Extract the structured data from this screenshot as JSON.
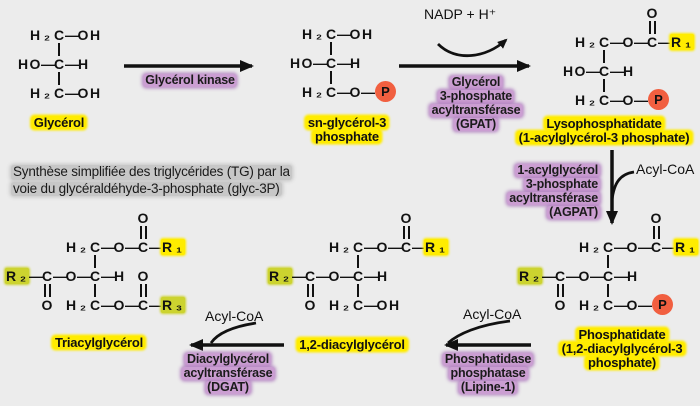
{
  "colors": {
    "background": "#ececec",
    "highlight_yellow": "#ffec00",
    "highlight_green_yellow": "#ccd32f",
    "highlight_purple": "#cb9ed2",
    "highlight_grey": "#c7c7c7",
    "phosphate_orange": "#f15f40",
    "ink": "#111111"
  },
  "title": {
    "lines": [
      "Synthèse simplifiée des triglycérides (TG) par la",
      "voie du glycéraldéhyde-3-phosphate (glyc-3P)"
    ]
  },
  "cofactors": {
    "nadp": "NADP + H⁺",
    "acyl_coa_agpat": "Acyl-CoA",
    "acyl_coa_lipin": "Acyl-CoA",
    "acyl_coa_dgat": "Acyl-CoA"
  },
  "labels": {
    "glycerol": {
      "lines": [
        "Glycérol"
      ]
    },
    "sn_g3p": {
      "lines": [
        "sn-glycérol-3",
        "phosphate"
      ]
    },
    "lyso": {
      "lines": [
        "Lysophosphatidate",
        "(1-acylglycérol-3 phosphate)"
      ]
    },
    "phosphatidate": {
      "lines": [
        "Phosphatidate",
        "(1,2-diacylglycérol-3",
        "phosphate)"
      ]
    },
    "dag": {
      "lines": [
        "1,2-diacylglycérol"
      ]
    },
    "tag": {
      "lines": [
        "Triacylglycérol"
      ]
    }
  },
  "enzymes": {
    "glycerol_kinase": {
      "lines": [
        "Glycérol kinase"
      ]
    },
    "gpat": {
      "lines": [
        "Glycérol",
        "3-phosphate",
        "acyltransférase",
        "(GPAT)"
      ]
    },
    "agpat": {
      "lines": [
        "1-acylglycérol",
        "3-phosphate",
        "acyltransférase",
        "(AGPAT)"
      ]
    },
    "lipin": {
      "lines": [
        "Phosphatidase",
        "phosphatase",
        "(Lipine-1)"
      ]
    },
    "dgat": {
      "lines": [
        "Diacylglycérol",
        "acyltransférase",
        "(DGAT)"
      ]
    }
  },
  "molecules": [
    {
      "id": "glycerol",
      "rows": [
        {
          "t": "a",
          "segs": [
            {
              "t": " H₂C—OH"
            }
          ]
        },
        {
          "t": "b",
          "s": "   |"
        },
        {
          "t": "a",
          "segs": [
            {
              "t": "HO—C—H"
            }
          ]
        },
        {
          "t": "b",
          "s": "   |"
        },
        {
          "t": "a",
          "segs": [
            {
              "t": " H₂C—OH"
            }
          ]
        }
      ]
    },
    {
      "id": "sn_g3p",
      "rows": [
        {
          "t": "a",
          "segs": [
            {
              "t": " H₂C—OH"
            }
          ]
        },
        {
          "t": "b",
          "s": "   |"
        },
        {
          "t": "a",
          "segs": [
            {
              "t": "HO—C—H"
            }
          ]
        },
        {
          "t": "b",
          "s": "   |"
        },
        {
          "t": "a",
          "segs": [
            {
              "t": " H₂C—O—"
            },
            {
              "t": "P",
              "s": "p"
            }
          ]
        }
      ]
    },
    {
      "id": "lyso",
      "rows": [
        {
          "t": "a",
          "segs": [
            {
              "t": "       O"
            }
          ]
        },
        {
          "t": "b",
          "s": "       ‖"
        },
        {
          "t": "a",
          "segs": [
            {
              "t": " H₂C—O—C—"
            },
            {
              "t": "R₁",
              "s": "r1"
            }
          ]
        },
        {
          "t": "b",
          "s": "   |"
        },
        {
          "t": "a",
          "segs": [
            {
              "t": "HO—C—H"
            }
          ]
        },
        {
          "t": "b",
          "s": "   |"
        },
        {
          "t": "a",
          "segs": [
            {
              "t": " H₂C—O—"
            },
            {
              "t": "P",
              "s": "p"
            }
          ]
        }
      ]
    },
    {
      "id": "phosphatidate",
      "rows": [
        {
          "t": "a",
          "segs": [
            {
              "t": "           O"
            }
          ]
        },
        {
          "t": "b",
          "s": "           ‖"
        },
        {
          "t": "a",
          "segs": [
            {
              "t": "     H₂C—O—C—"
            },
            {
              "t": "R₁",
              "s": "r1"
            }
          ]
        },
        {
          "t": "b",
          "s": "       |"
        },
        {
          "t": "a",
          "segs": [
            {
              "t": "R₂",
              "s": "r2"
            },
            {
              "t": "—C—O—C—H"
            }
          ]
        },
        {
          "t": "b",
          "s": "   ‖   |"
        },
        {
          "t": "a",
          "segs": [
            {
              "t": "   O H₂C—O—"
            },
            {
              "t": "P",
              "s": "p"
            }
          ]
        }
      ]
    },
    {
      "id": "dag",
      "rows": [
        {
          "t": "a",
          "segs": [
            {
              "t": "           O"
            }
          ]
        },
        {
          "t": "b",
          "s": "           ‖"
        },
        {
          "t": "a",
          "segs": [
            {
              "t": "     H₂C—O—C—"
            },
            {
              "t": "R₁",
              "s": "r1"
            }
          ]
        },
        {
          "t": "b",
          "s": "       |"
        },
        {
          "t": "a",
          "segs": [
            {
              "t": "R₂",
              "s": "r2"
            },
            {
              "t": "—C—O—C—H"
            }
          ]
        },
        {
          "t": "b",
          "s": "   ‖   |"
        },
        {
          "t": "a",
          "segs": [
            {
              "t": "   O H₂C—OH"
            }
          ]
        }
      ]
    },
    {
      "id": "tag",
      "rows": [
        {
          "t": "a",
          "segs": [
            {
              "t": "           O"
            }
          ]
        },
        {
          "t": "b",
          "s": "           ‖"
        },
        {
          "t": "a",
          "segs": [
            {
              "t": "     H₂C—O—C—"
            },
            {
              "t": "R₁",
              "s": "r1"
            }
          ]
        },
        {
          "t": "b",
          "s": "       |"
        },
        {
          "t": "a",
          "segs": [
            {
              "t": "R₂",
              "s": "r2"
            },
            {
              "t": "—C—O—C—H O"
            }
          ]
        },
        {
          "t": "b",
          "s": "   ‖   |   ‖"
        },
        {
          "t": "a",
          "segs": [
            {
              "t": "   O H₂C—O—C—"
            },
            {
              "t": "R₃",
              "s": "r3"
            }
          ]
        }
      ]
    }
  ]
}
